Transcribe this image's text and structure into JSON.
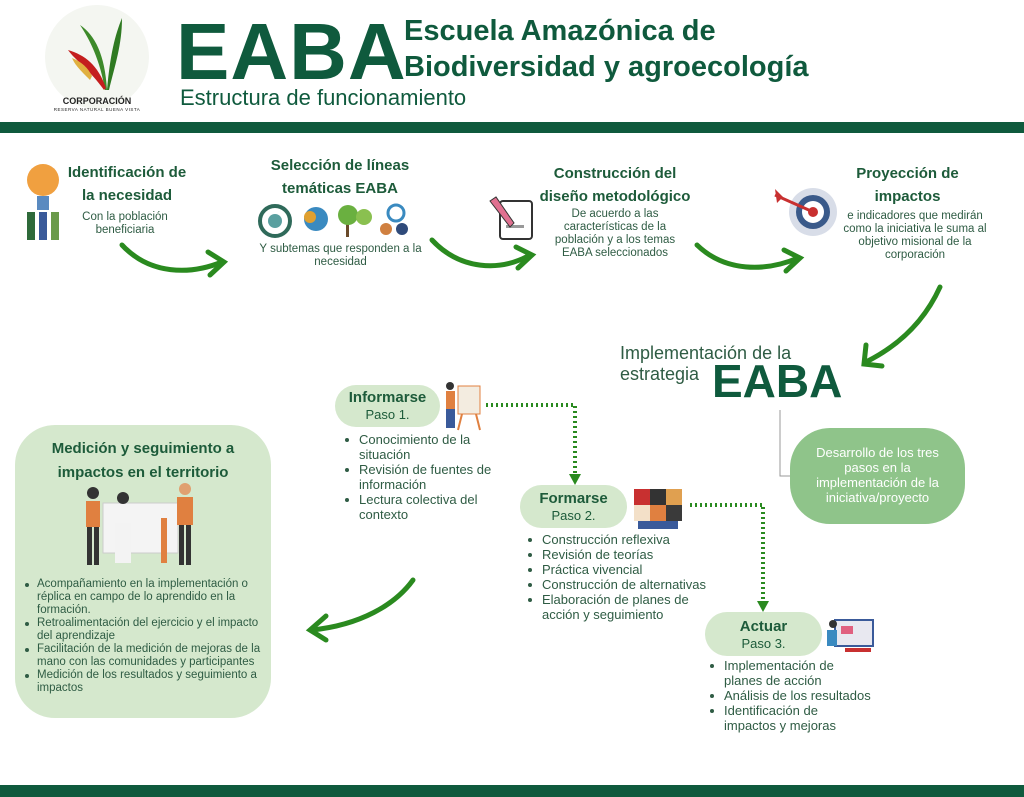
{
  "header": {
    "logo_org": "CORPORACIÓN",
    "logo_sub": "RESERVA NATURAL BUENA VISTA",
    "acronym": "EABA",
    "school_line1": "Escuela Amazónica de",
    "school_line2": "Biodiversidad y agroecología",
    "subtitle": "Estructura de funcionamiento"
  },
  "steps": [
    {
      "title": "Identificación de la necesidad",
      "sub": "Con la población beneficiaria",
      "icon": "lightbulb-people-icon"
    },
    {
      "title": "Selección de líneas temáticas EABA",
      "sub": "Y subtemas que responden a la necesidad",
      "icon": "thematic-lines-icons"
    },
    {
      "title": "Construcción del diseño metodológico",
      "sub": "De acuerdo a las características de la población y a los temas EABA seleccionados",
      "icon": "document-pencil-icon"
    },
    {
      "title": "Proyección de impactos",
      "sub": "e indicadores que medirán como la iniciativa le suma al objetivo misional de la corporación",
      "icon": "target-dart-icon"
    }
  ],
  "implementation": {
    "line1": "Implementación de la",
    "line2": "estrategia",
    "acronym": "EABA",
    "note": "Desarrollo de los tres pasos en la implementación de la iniciativa/proyecto"
  },
  "phases": [
    {
      "name": "Informarse",
      "step": "Paso 1.",
      "items": [
        "Conocimiento de la situación",
        "Revisión de fuentes de información",
        "Lectura colectiva del contexto"
      ]
    },
    {
      "name": "Formarse",
      "step": "Paso 2.",
      "items": [
        "Construcción reflexiva",
        "Revisión de teorías",
        "Práctica vivencial",
        "Construcción de alternativas",
        "Elaboración de planes de acción y seguimiento"
      ]
    },
    {
      "name": "Actuar",
      "step": "Paso 3.",
      "items": [
        "Implementación de planes de acción",
        "Análisis de los resultados",
        "Identificación de impactos y mejoras"
      ]
    }
  ],
  "measurement": {
    "title": "Medición y seguimiento a impactos en el territorio",
    "items": [
      "Acompañamiento en la implementación o réplica en campo de lo aprendido en la formación.",
      "Retroalimentación del ejercicio y el impacto del aprendizaje",
      "Facilitación de la medición de mejoras de la mano con las comunidades y participantes",
      "Medición de los resultados y seguimiento a impactos"
    ]
  },
  "colors": {
    "dark_green": "#0f5a3d",
    "light_green": "#d5e8cd",
    "mid_green": "#8fc48a",
    "arrow_green": "#2a8a1f"
  }
}
